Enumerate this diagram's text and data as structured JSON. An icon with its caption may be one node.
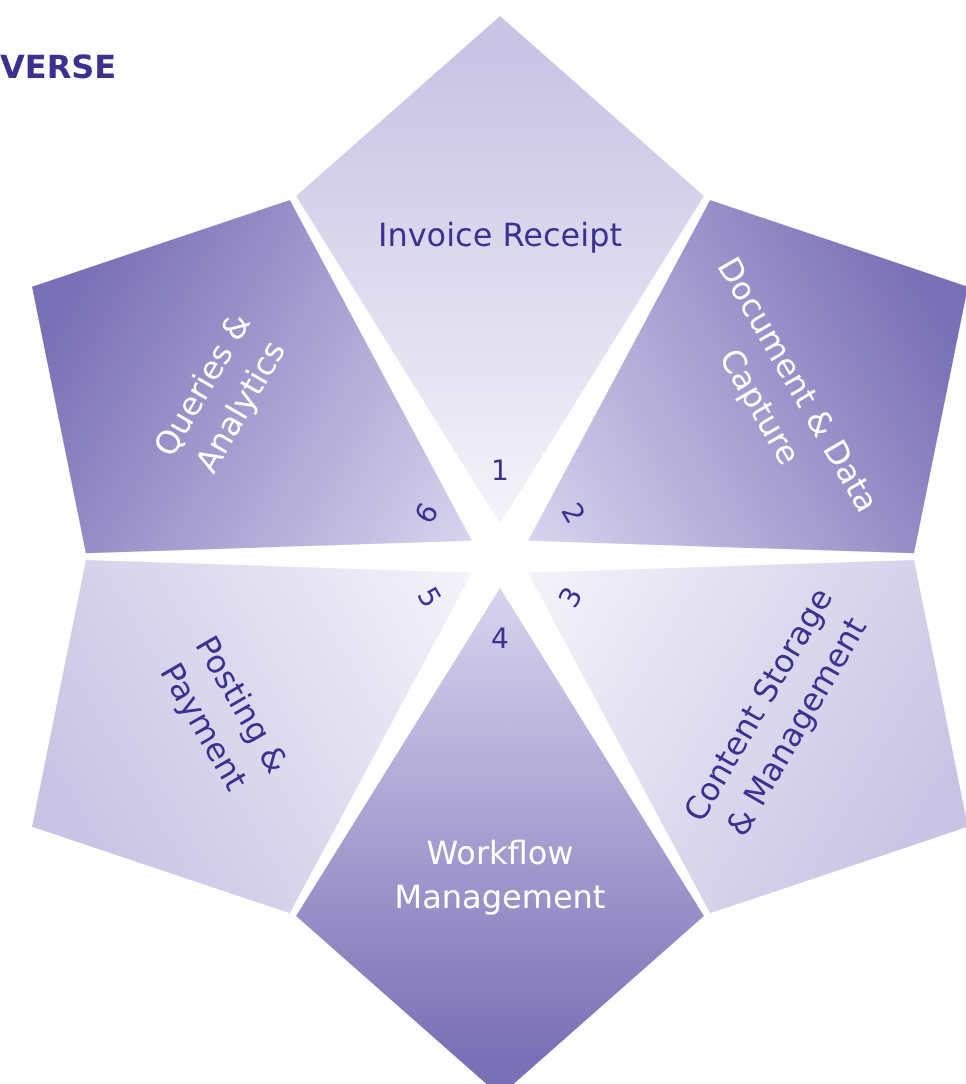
{
  "diagram": {
    "nodes": [
      {
        "text": [
          "Invoice Receipt",
          "1"
        ]
      },
      {
        "text": [
          "Document & Data Capture",
          "2"
        ]
      },
      {
        "text": [
          "Content Storage & Management",
          "3"
        ]
      },
      {
        "text": [
          "4",
          "Workflow Management"
        ]
      },
      {
        "text": [
          "Posting & Payment",
          "5"
        ]
      },
      {
        "text": [
          "Queries & Analytics",
          "6"
        ]
      }
    ],
    "labels": [
      "VERSE"
    ]
  }
}
